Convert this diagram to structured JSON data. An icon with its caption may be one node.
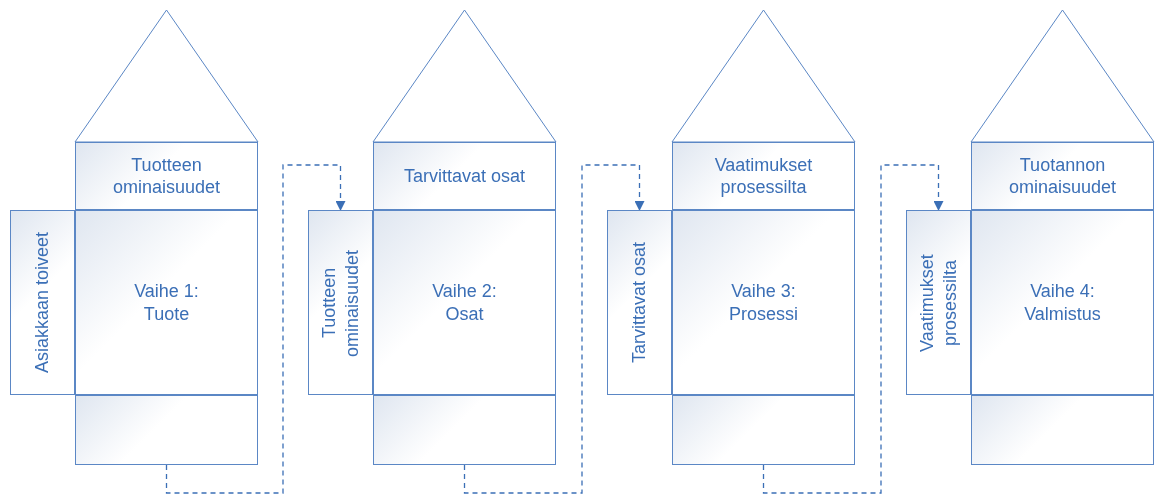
{
  "diagram": {
    "nodes": [
      {
        "text": [],
        "shape": "triangle"
      },
      {
        "text": [
          "Tuotteen ominaisuudet"
        ]
      },
      {
        "text": [
          "Asiakkaan toiveet"
        ]
      },
      {
        "text": [
          "Vaihe 1: Tuote"
        ]
      },
      {
        "text": [],
        "shape": "box"
      },
      {
        "text": [],
        "shape": "triangle"
      },
      {
        "text": [
          "Tarvittavat osat"
        ]
      },
      {
        "text": [
          "Tuotteen ominaisuudet"
        ]
      },
      {
        "text": [
          "Vaihe 2: Osat"
        ]
      },
      {
        "text": [],
        "shape": "box"
      },
      {
        "text": [],
        "shape": "triangle"
      },
      {
        "text": [
          "Vaatimukset prosessilta"
        ]
      },
      {
        "text": [
          "Tarvittavat osat"
        ]
      },
      {
        "text": [
          "Vaihe 3: Prosessi"
        ]
      },
      {
        "text": [],
        "shape": "box"
      },
      {
        "text": [],
        "shape": "triangle"
      },
      {
        "text": [
          "Tuotannon ominaisuudet"
        ]
      },
      {
        "text": [
          "Vaatimukset prosessilta"
        ]
      },
      {
        "text": [
          "Vaihe 4: Valmistus"
        ]
      },
      {
        "text": [],
        "shape": "box"
      }
    ],
    "edges": [
      {
        "from": 4,
        "to": 7,
        "arrow": "to",
        "style": "dashed"
      },
      {
        "from": 9,
        "to": 12,
        "arrow": "to",
        "style": "dashed"
      },
      {
        "from": 14,
        "to": 17,
        "arrow": "to",
        "style": "dashed"
      }
    ]
  }
}
